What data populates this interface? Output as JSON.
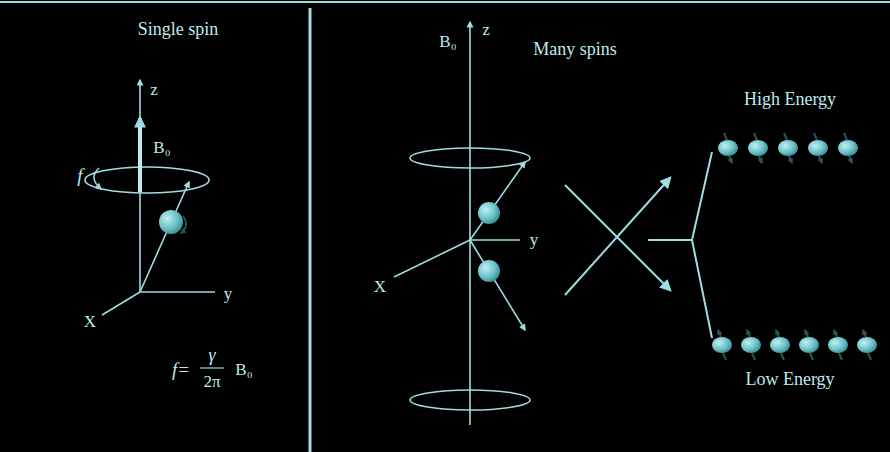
{
  "diagram": {
    "labels": [
      "Single spin",
      "z",
      "B₀",
      "f",
      "X",
      "y",
      "f=",
      "γ",
      "2π",
      "B₀",
      "Many spins",
      "B₀",
      "z",
      "y",
      "X",
      "High Energy",
      "Low Energy"
    ]
  }
}
